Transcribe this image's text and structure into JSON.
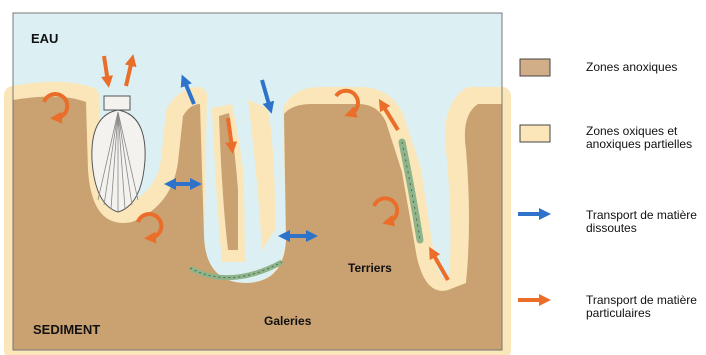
{
  "diagram": {
    "labels": {
      "water": "EAU",
      "sediment": "SEDIMENT",
      "burrows": "Terriers",
      "galleries": "Galeries"
    },
    "legend": [
      {
        "text": "Zones anoxiques",
        "swatch": "#d2ae88"
      },
      {
        "text": "Zones oxiques et\nanoxiques partielles",
        "swatch": "#fbe6b9"
      },
      {
        "text": "Transport de matière\ndissoutes",
        "arrow": "#2f72c9"
      },
      {
        "text": "Transport de matière\nparticulaires",
        "arrow": "#ea6e2a"
      }
    ],
    "colors": {
      "water": "#dcf0f4",
      "sediment": "#caa272",
      "oxic_zone": "#fbe6b9",
      "dissolved_arrow": "#2f72c9",
      "particulate_arrow": "#ea6e2a",
      "scallop": "#f4f2ee",
      "worm": "#8fb38a"
    }
  }
}
